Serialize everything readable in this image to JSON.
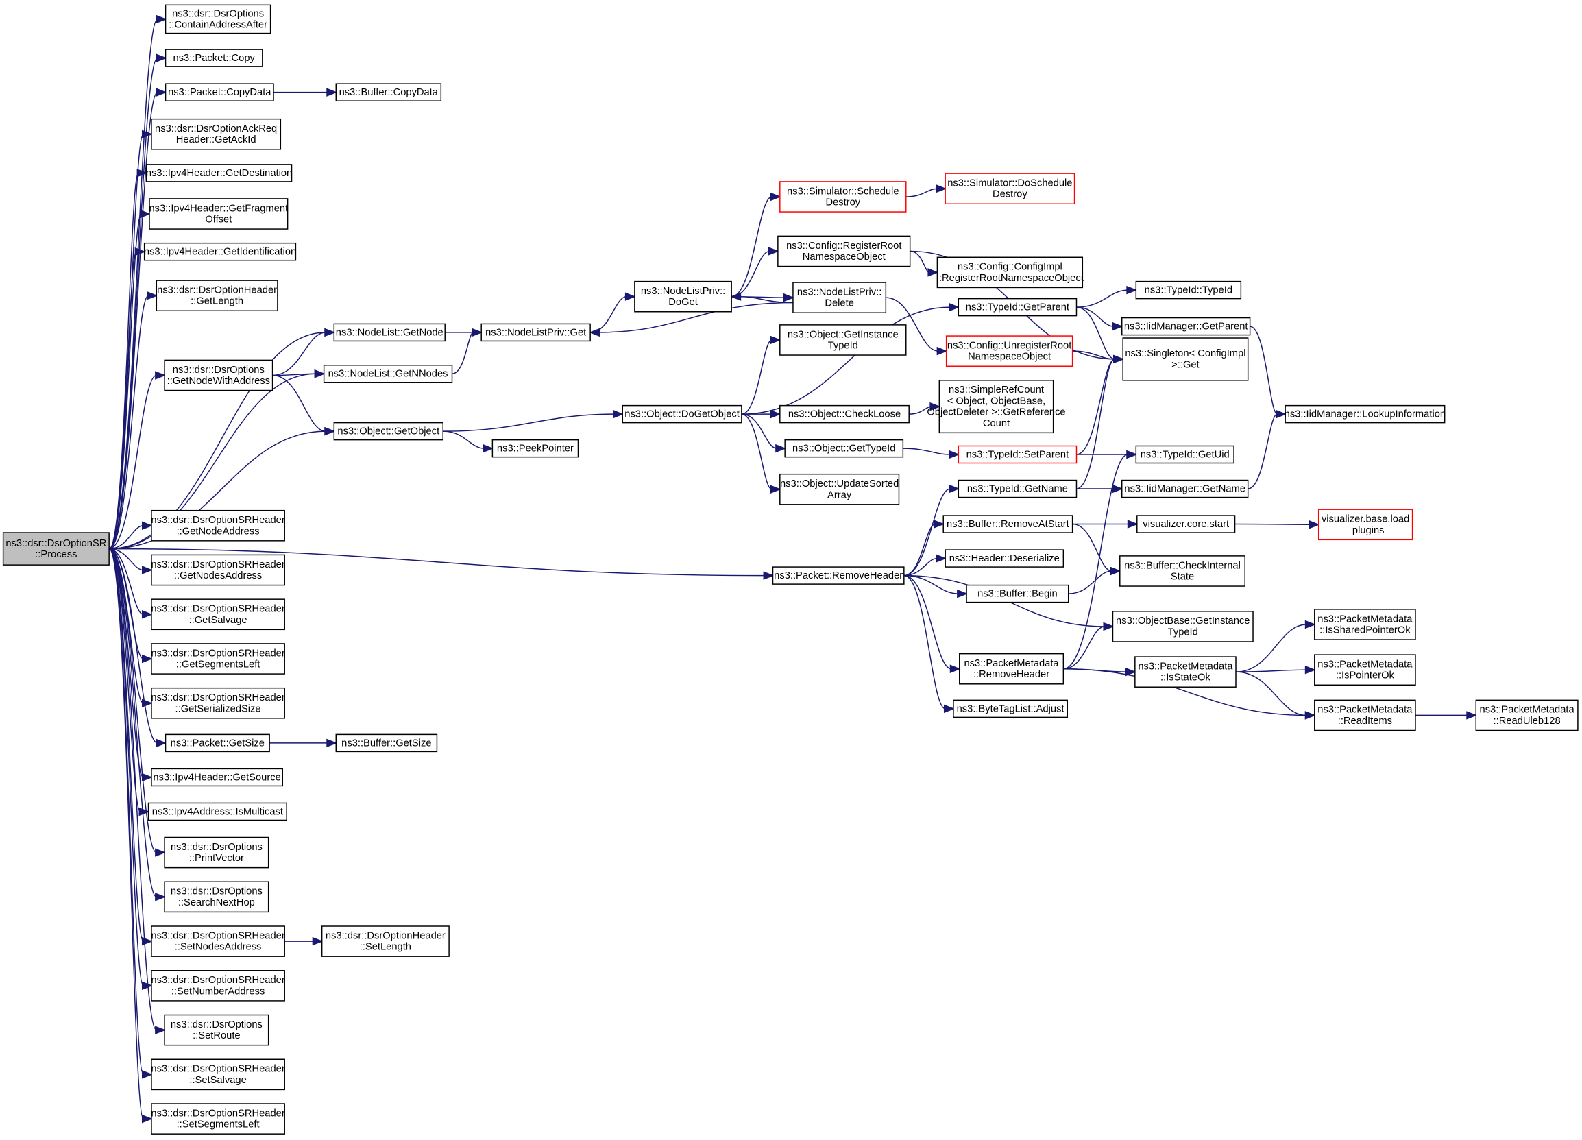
{
  "graph": {
    "type": "call-graph",
    "edge_color": "#191970",
    "truncated_border_color": "#ff0000",
    "root_fill": "#bfbfbf",
    "nodes": [
      {
        "id": "root",
        "lines": [
          "ns3::dsr::DsrOptionSR",
          "::Process"
        ],
        "root": true
      },
      {
        "id": "n1",
        "lines": [
          "ns3::dsr::DsrOptions",
          "::ContainAddressAfter"
        ]
      },
      {
        "id": "n2",
        "lines": [
          "ns3::Packet::Copy"
        ]
      },
      {
        "id": "n3",
        "lines": [
          "ns3::Packet::CopyData"
        ]
      },
      {
        "id": "n4",
        "lines": [
          "ns3::Buffer::CopyData"
        ]
      },
      {
        "id": "n5",
        "lines": [
          "ns3::dsr::DsrOptionAckReq",
          "Header::GetAckId"
        ]
      },
      {
        "id": "n6",
        "lines": [
          "ns3::Ipv4Header::GetDestination"
        ]
      },
      {
        "id": "n7",
        "lines": [
          "ns3::Ipv4Header::GetFragment",
          "Offset"
        ]
      },
      {
        "id": "n8",
        "lines": [
          "ns3::Ipv4Header::GetIdentification"
        ]
      },
      {
        "id": "n9",
        "lines": [
          "ns3::dsr::DsrOptionHeader",
          "::GetLength"
        ]
      },
      {
        "id": "n10",
        "lines": [
          "ns3::dsr::DsrOptions",
          "::GetNodeWithAddress"
        ]
      },
      {
        "id": "n11",
        "lines": [
          "ns3::NodeList::GetNode"
        ]
      },
      {
        "id": "n12",
        "lines": [
          "ns3::NodeList::GetNNodes"
        ]
      },
      {
        "id": "n13",
        "lines": [
          "ns3::Object::GetObject"
        ]
      },
      {
        "id": "n14",
        "lines": [
          "ns3::PeekPointer"
        ]
      },
      {
        "id": "n15",
        "lines": [
          "ns3::NodeListPriv::Get"
        ]
      },
      {
        "id": "n16",
        "lines": [
          "ns3::NodeListPriv::",
          "DoGet"
        ]
      },
      {
        "id": "n17",
        "lines": [
          "ns3::Simulator::Schedule",
          "Destroy"
        ],
        "truncated": true
      },
      {
        "id": "n18",
        "lines": [
          "ns3::Simulator::DoSchedule",
          "Destroy"
        ],
        "truncated": true
      },
      {
        "id": "n19",
        "lines": [
          "ns3::Config::RegisterRoot",
          "NamespaceObject"
        ]
      },
      {
        "id": "n20",
        "lines": [
          "ns3::Config::ConfigImpl",
          "::RegisterRootNamespaceObject"
        ]
      },
      {
        "id": "n21",
        "lines": [
          "ns3::NodeListPriv::",
          "Delete"
        ]
      },
      {
        "id": "n22",
        "lines": [
          "ns3::Object::GetInstance",
          "TypeId"
        ]
      },
      {
        "id": "n23",
        "lines": [
          "ns3::Object::DoGetObject"
        ]
      },
      {
        "id": "n24",
        "lines": [
          "ns3::Object::CheckLoose"
        ]
      },
      {
        "id": "n25",
        "lines": [
          "ns3::SimpleRefCount",
          "< Object, ObjectBase,",
          "ObjectDeleter >::GetReference",
          "Count"
        ]
      },
      {
        "id": "n26",
        "lines": [
          "ns3::Object::GetTypeId"
        ]
      },
      {
        "id": "n27",
        "lines": [
          "ns3::Object::UpdateSorted",
          "Array"
        ]
      },
      {
        "id": "n28",
        "lines": [
          "ns3::TypeId::GetParent"
        ]
      },
      {
        "id": "n29",
        "lines": [
          "ns3::Config::UnregisterRoot",
          "NamespaceObject"
        ],
        "truncated": true
      },
      {
        "id": "n30",
        "lines": [
          "ns3::TypeId::TypeId"
        ]
      },
      {
        "id": "n31",
        "lines": [
          "ns3::IidManager::GetParent"
        ]
      },
      {
        "id": "n32",
        "lines": [
          "ns3::Singleton< ConfigImpl",
          ">::Get"
        ]
      },
      {
        "id": "n33",
        "lines": [
          "ns3::IidManager::LookupInformation"
        ]
      },
      {
        "id": "n34",
        "lines": [
          "ns3::TypeId::SetParent"
        ],
        "truncated": true
      },
      {
        "id": "n35",
        "lines": [
          "ns3::TypeId::GetUid"
        ]
      },
      {
        "id": "n36",
        "lines": [
          "ns3::TypeId::GetName"
        ]
      },
      {
        "id": "n37",
        "lines": [
          "ns3::IidManager::GetName"
        ]
      },
      {
        "id": "n38",
        "lines": [
          "ns3::Buffer::RemoveAtStart"
        ]
      },
      {
        "id": "n39",
        "lines": [
          "visualizer.core.start"
        ]
      },
      {
        "id": "n40",
        "lines": [
          "visualizer.base.load",
          "_plugins"
        ],
        "truncated": true
      },
      {
        "id": "n41",
        "lines": [
          "ns3::Header::Deserialize"
        ]
      },
      {
        "id": "n42",
        "lines": [
          "ns3::Buffer::CheckInternal",
          "State"
        ]
      },
      {
        "id": "n43",
        "lines": [
          "ns3::Buffer::Begin"
        ]
      },
      {
        "id": "n44",
        "lines": [
          "ns3::ObjectBase::GetInstance",
          "TypeId"
        ]
      },
      {
        "id": "n45",
        "lines": [
          "ns3::PacketMetadata",
          "::RemoveHeader"
        ]
      },
      {
        "id": "n46",
        "lines": [
          "ns3::PacketMetadata",
          "::IsStateOk"
        ]
      },
      {
        "id": "n47",
        "lines": [
          "ns3::PacketMetadata",
          "::IsSharedPointerOk"
        ]
      },
      {
        "id": "n48",
        "lines": [
          "ns3::PacketMetadata",
          "::IsPointerOk"
        ]
      },
      {
        "id": "n49",
        "lines": [
          "ns3::PacketMetadata",
          "::ReadItems"
        ]
      },
      {
        "id": "n50",
        "lines": [
          "ns3::PacketMetadata",
          "::ReadUleb128"
        ]
      },
      {
        "id": "n51",
        "lines": [
          "ns3::ByteTagList::Adjust"
        ]
      },
      {
        "id": "n52",
        "lines": [
          "ns3::Packet::RemoveHeader"
        ]
      },
      {
        "id": "n53",
        "lines": [
          "ns3::dsr::DsrOptionSRHeader",
          "::GetNodeAddress"
        ]
      },
      {
        "id": "n54",
        "lines": [
          "ns3::dsr::DsrOptionSRHeader",
          "::GetNodesAddress"
        ]
      },
      {
        "id": "n55",
        "lines": [
          "ns3::dsr::DsrOptionSRHeader",
          "::GetSalvage"
        ]
      },
      {
        "id": "n56",
        "lines": [
          "ns3::dsr::DsrOptionSRHeader",
          "::GetSegmentsLeft"
        ]
      },
      {
        "id": "n57",
        "lines": [
          "ns3::dsr::DsrOptionSRHeader",
          "::GetSerializedSize"
        ]
      },
      {
        "id": "n58",
        "lines": [
          "ns3::Packet::GetSize"
        ]
      },
      {
        "id": "n59",
        "lines": [
          "ns3::Buffer::GetSize"
        ]
      },
      {
        "id": "n60",
        "lines": [
          "ns3::Ipv4Header::GetSource"
        ]
      },
      {
        "id": "n61",
        "lines": [
          "ns3::Ipv4Address::IsMulticast"
        ]
      },
      {
        "id": "n62",
        "lines": [
          "ns3::dsr::DsrOptions",
          "::PrintVector"
        ]
      },
      {
        "id": "n63",
        "lines": [
          "ns3::dsr::DsrOptions",
          "::SearchNextHop"
        ]
      },
      {
        "id": "n64",
        "lines": [
          "ns3::dsr::DsrOptionSRHeader",
          "::SetNodesAddress"
        ]
      },
      {
        "id": "n65",
        "lines": [
          "ns3::dsr::DsrOptionHeader",
          "::SetLength"
        ]
      },
      {
        "id": "n66",
        "lines": [
          "ns3::dsr::DsrOptionSRHeader",
          "::SetNumberAddress"
        ]
      },
      {
        "id": "n67",
        "lines": [
          "ns3::dsr::DsrOptions",
          "::SetRoute"
        ]
      },
      {
        "id": "n68",
        "lines": [
          "ns3::dsr::DsrOptionSRHeader",
          "::SetSalvage"
        ]
      },
      {
        "id": "n69",
        "lines": [
          "ns3::dsr::DsrOptionSRHeader",
          "::SetSegmentsLeft"
        ]
      }
    ],
    "edges": [
      [
        "root",
        "n1"
      ],
      [
        "root",
        "n2"
      ],
      [
        "root",
        "n3"
      ],
      [
        "root",
        "n5"
      ],
      [
        "root",
        "n6"
      ],
      [
        "root",
        "n7"
      ],
      [
        "root",
        "n8"
      ],
      [
        "root",
        "n9"
      ],
      [
        "root",
        "n10"
      ],
      [
        "root",
        "n11"
      ],
      [
        "root",
        "n12"
      ],
      [
        "root",
        "n13"
      ],
      [
        "root",
        "n52"
      ],
      [
        "root",
        "n53"
      ],
      [
        "root",
        "n54"
      ],
      [
        "root",
        "n55"
      ],
      [
        "root",
        "n56"
      ],
      [
        "root",
        "n57"
      ],
      [
        "root",
        "n58"
      ],
      [
        "root",
        "n60"
      ],
      [
        "root",
        "n61"
      ],
      [
        "root",
        "n62"
      ],
      [
        "root",
        "n63"
      ],
      [
        "root",
        "n64"
      ],
      [
        "root",
        "n66"
      ],
      [
        "root",
        "n67"
      ],
      [
        "root",
        "n68"
      ],
      [
        "root",
        "n69"
      ],
      [
        "n3",
        "n4"
      ],
      [
        "n10",
        "n11"
      ],
      [
        "n10",
        "n12"
      ],
      [
        "n10",
        "n13"
      ],
      [
        "n11",
        "n15"
      ],
      [
        "n12",
        "n15"
      ],
      [
        "n13",
        "n23"
      ],
      [
        "n13",
        "n14"
      ],
      [
        "n15",
        "n16"
      ],
      [
        "n16",
        "n17"
      ],
      [
        "n16",
        "n19"
      ],
      [
        "n16",
        "n21"
      ],
      [
        "n21",
        "n16"
      ],
      [
        "n21",
        "n15"
      ],
      [
        "n21",
        "n29"
      ],
      [
        "n17",
        "n18"
      ],
      [
        "n19",
        "n20"
      ],
      [
        "n19",
        "n32"
      ],
      [
        "n23",
        "n22"
      ],
      [
        "n23",
        "n24"
      ],
      [
        "n23",
        "n26"
      ],
      [
        "n23",
        "n27"
      ],
      [
        "n23",
        "n28"
      ],
      [
        "n24",
        "n25"
      ],
      [
        "n26",
        "n34"
      ],
      [
        "n28",
        "n30"
      ],
      [
        "n28",
        "n31"
      ],
      [
        "n28",
        "n32"
      ],
      [
        "n29",
        "n32"
      ],
      [
        "n31",
        "n33"
      ],
      [
        "n34",
        "n32"
      ],
      [
        "n34",
        "n35"
      ],
      [
        "n36",
        "n32"
      ],
      [
        "n36",
        "n37"
      ],
      [
        "n37",
        "n33"
      ],
      [
        "n38",
        "n39"
      ],
      [
        "n38",
        "n42"
      ],
      [
        "n39",
        "n40"
      ],
      [
        "n43",
        "n42"
      ],
      [
        "n45",
        "n44"
      ],
      [
        "n45",
        "n46"
      ],
      [
        "n45",
        "n49"
      ],
      [
        "n45",
        "n35"
      ],
      [
        "n46",
        "n47"
      ],
      [
        "n46",
        "n48"
      ],
      [
        "n46",
        "n49"
      ],
      [
        "n49",
        "n50"
      ],
      [
        "n52",
        "n36"
      ],
      [
        "n52",
        "n38"
      ],
      [
        "n52",
        "n41"
      ],
      [
        "n52",
        "n43"
      ],
      [
        "n52",
        "n44"
      ],
      [
        "n52",
        "n45"
      ],
      [
        "n52",
        "n51"
      ],
      [
        "n58",
        "n59"
      ],
      [
        "n64",
        "n65"
      ]
    ]
  }
}
